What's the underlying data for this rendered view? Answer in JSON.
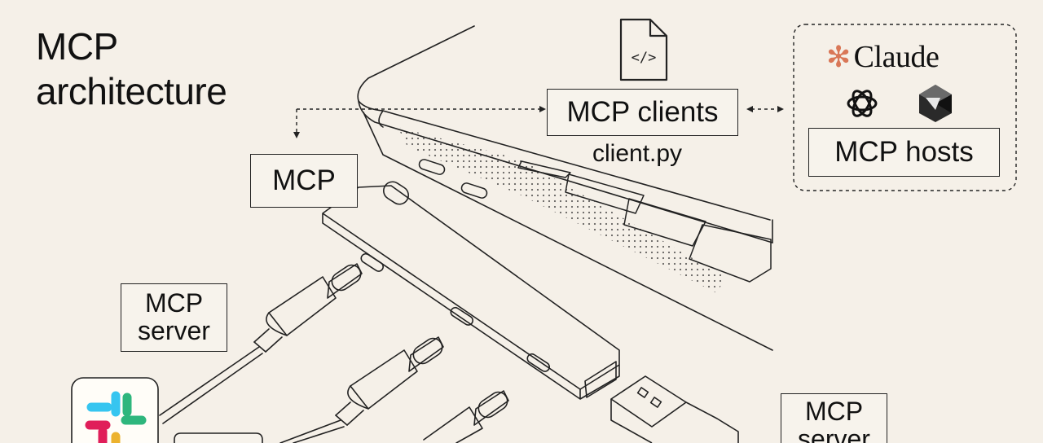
{
  "title": {
    "line1": "MCP",
    "line2": "architecture"
  },
  "clients": {
    "label": "MCP clients",
    "file": "client.py",
    "file_icon_glyph": "</>"
  },
  "hosts": {
    "label": "MCP hosts",
    "claude_name": "Claude",
    "claude_symbol": "✻",
    "icons": [
      "openai-icon",
      "cursor-icon"
    ]
  },
  "hub_label": "MCP",
  "server_left": {
    "line1": "MCP",
    "line2": "server"
  },
  "server_right": {
    "line1": "MCP",
    "line2": "server"
  },
  "apps": [
    "slack-icon"
  ],
  "colors": {
    "background": "#f5f0e8",
    "ink": "#111111",
    "claude_accent": "#d97757"
  }
}
